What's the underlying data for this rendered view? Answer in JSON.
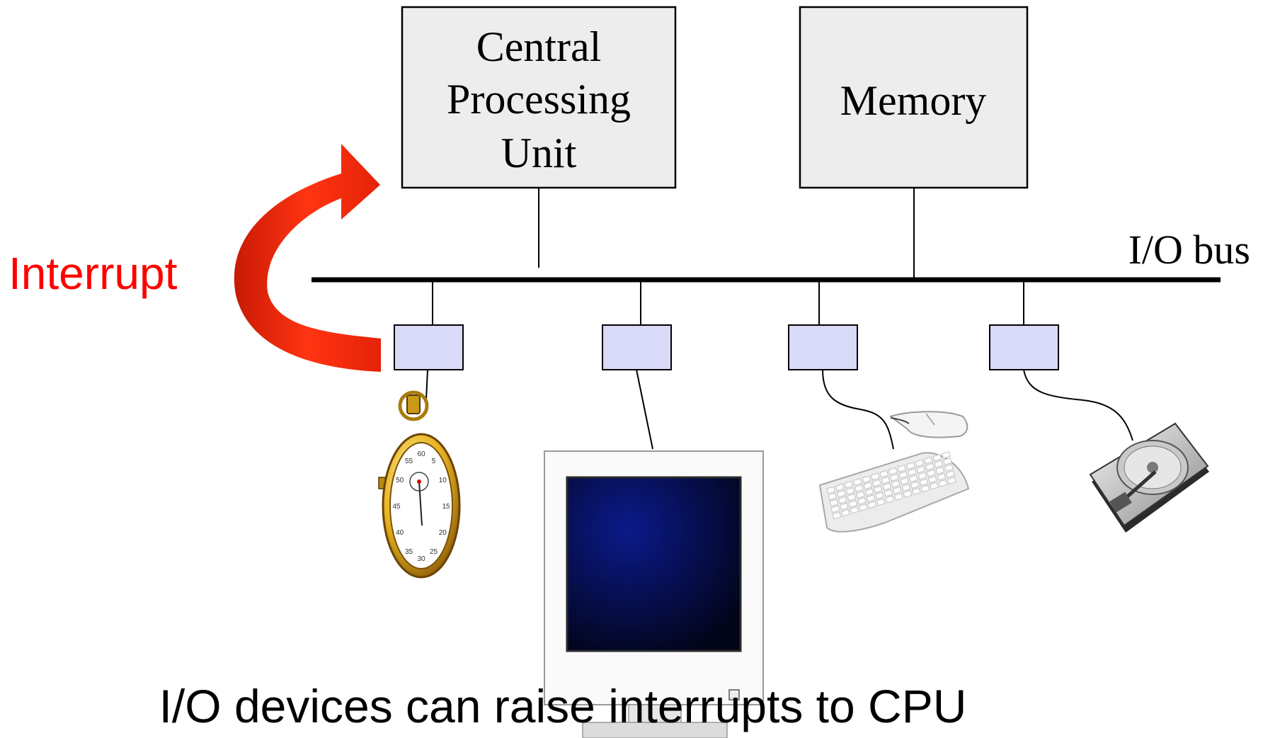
{
  "cpu": {
    "lines": [
      "Central",
      "Processing",
      "Unit"
    ]
  },
  "memory": {
    "label": "Memory"
  },
  "bus": {
    "label": "I/O bus"
  },
  "interrupt": {
    "label": "Interrupt"
  },
  "caption": "I/O devices can raise interrupts to CPU",
  "timer_dial": [
    "60",
    "5",
    "10",
    "15",
    "20",
    "25",
    "30",
    "35",
    "40",
    "45",
    "50",
    "55"
  ],
  "devices": [
    {
      "name": "timer-stopwatch",
      "icon": "stopwatch-icon"
    },
    {
      "name": "display-monitor",
      "icon": "monitor-icon"
    },
    {
      "name": "keyboard-mouse",
      "icon": "keyboard-icon"
    },
    {
      "name": "hard-disk",
      "icon": "hard-disk-icon"
    }
  ],
  "colors": {
    "box_fill": "#ededed",
    "controller_fill": "#d8daf8",
    "interrupt": "#ff0000",
    "arrow": "#e8200a"
  }
}
